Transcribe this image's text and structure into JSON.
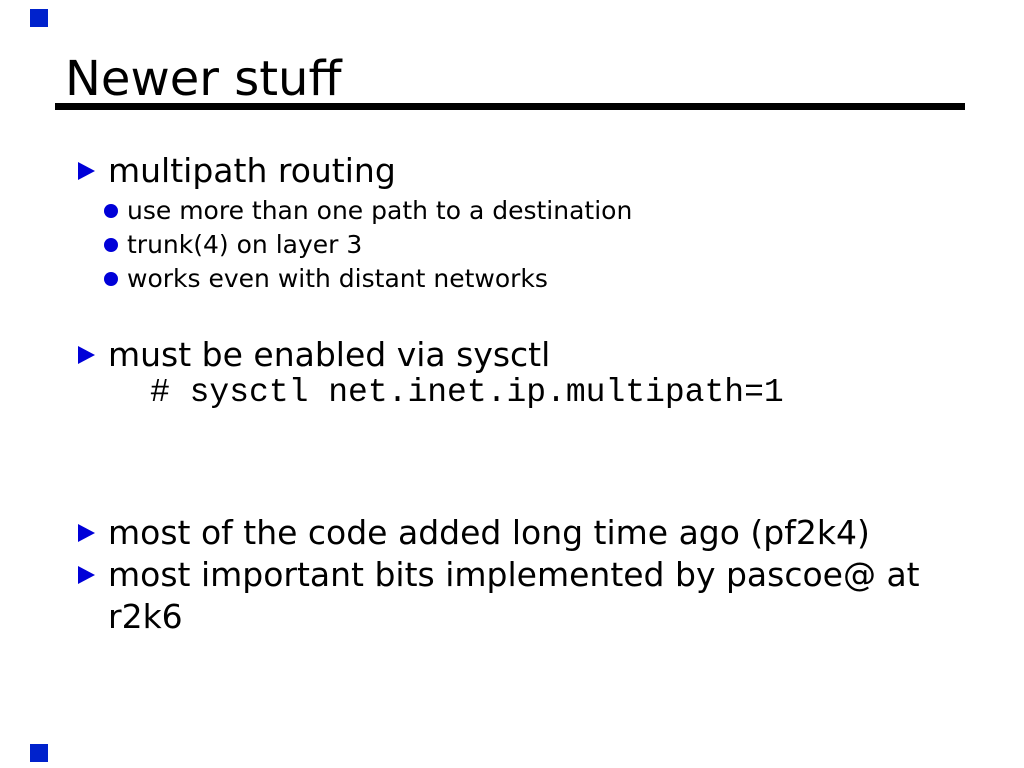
{
  "slide": {
    "title": "Newer stuff",
    "bullet1": "multipath routing",
    "sub_bullets": [
      "use more than one path to a destination",
      "trunk(4) on layer 3",
      "works even with distant networks"
    ],
    "bullet2": "must be enabled via sysctl",
    "code_line": "# sysctl net.inet.ip.multipath=1",
    "bullet3": "most of the code added long time ago (pf2k4)",
    "bullet4_line1": "most important bits implemented by pascoe@ at",
    "bullet4_line2": "r2k6",
    "colors": {
      "bullet_blue": "#0000d8",
      "corner_blue": "#0022cc",
      "text": "#000000",
      "background": "#ffffff"
    }
  }
}
